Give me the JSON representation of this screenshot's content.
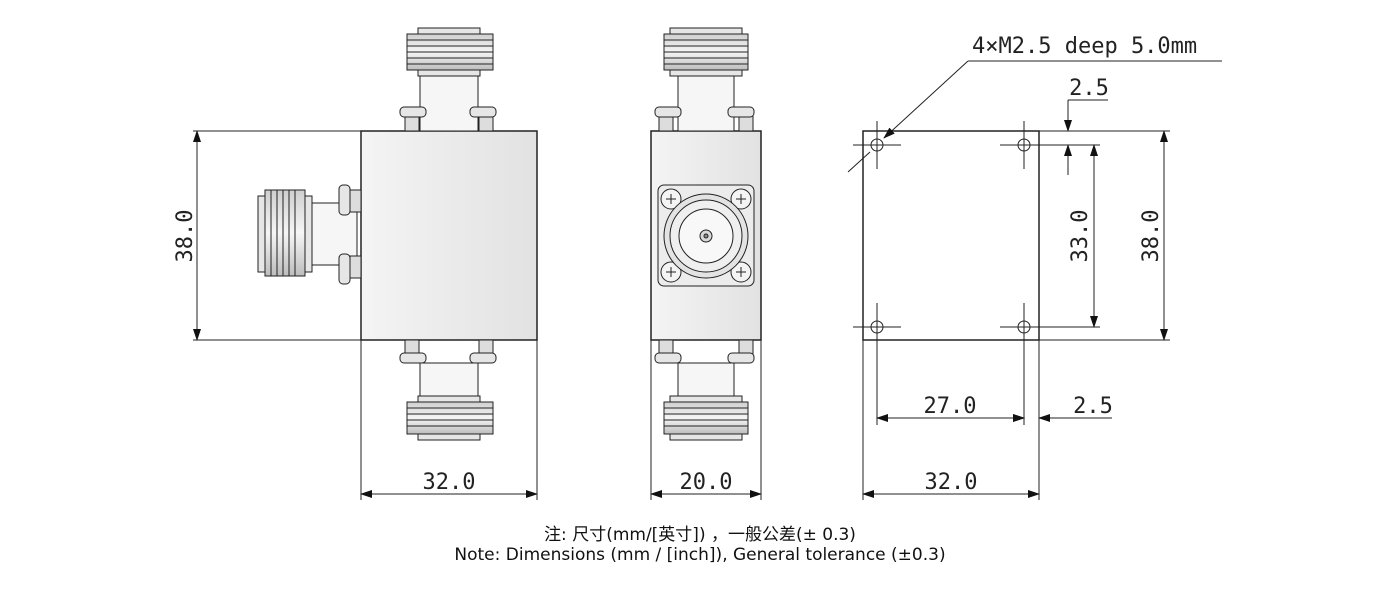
{
  "front_view": {
    "height_label": "38.0",
    "width_label": "32.0"
  },
  "side_view": {
    "width_label": "20.0"
  },
  "mounting_view": {
    "hole_callout": "4×M2.5 deep 5.0mm",
    "top_offset_label": "2.5",
    "hole_spacing_v_label": "33.0",
    "height_label": "38.0",
    "hole_spacing_h_label": "27.0",
    "right_offset_label": "2.5",
    "width_label": "32.0"
  },
  "notes": {
    "chinese": "注: 尺寸(mm/[英寸]) ，一般公差(± 0.3)",
    "english": "Note: Dimensions (mm / [inch]), General tolerance (±0.3)"
  }
}
